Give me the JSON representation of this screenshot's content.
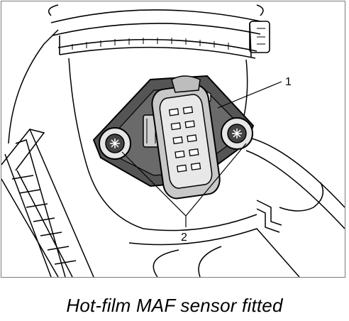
{
  "figure": {
    "callouts": [
      {
        "number": "1",
        "target": "MAF sensor connector housing"
      },
      {
        "number": "2",
        "target": "Mounting bolts"
      }
    ]
  },
  "caption": "Hot-film MAF sensor fitted",
  "colors": {
    "line": "#000000",
    "frame": "#7a7a7a",
    "sensor_fill": "#555555",
    "connector_fill": "#c8c8c8",
    "background": "#ffffff"
  }
}
